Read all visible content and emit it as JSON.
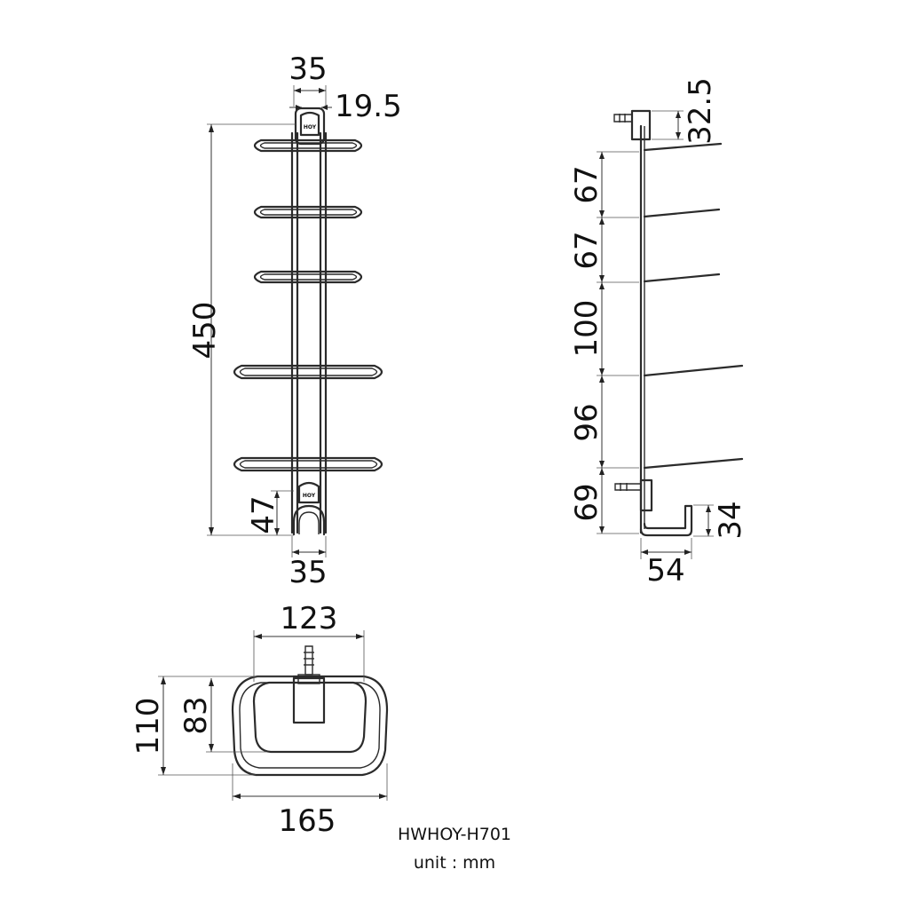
{
  "model": "HWHOY-H701",
  "unit_label": "unit : mm",
  "logo_text": "HOY",
  "front_view": {
    "top_width": "35",
    "top_inner": "19.5",
    "height": "450",
    "bottom_offset": "47",
    "bottom_width": "35"
  },
  "side_view": {
    "top_bracket": "32.5",
    "gaps": [
      "67",
      "67",
      "100",
      "96",
      "69"
    ],
    "hook_height": "34",
    "hook_depth": "54"
  },
  "top_view": {
    "inner_width": "123",
    "outer_depth": "110",
    "inner_depth": "83",
    "outer_width": "165"
  }
}
